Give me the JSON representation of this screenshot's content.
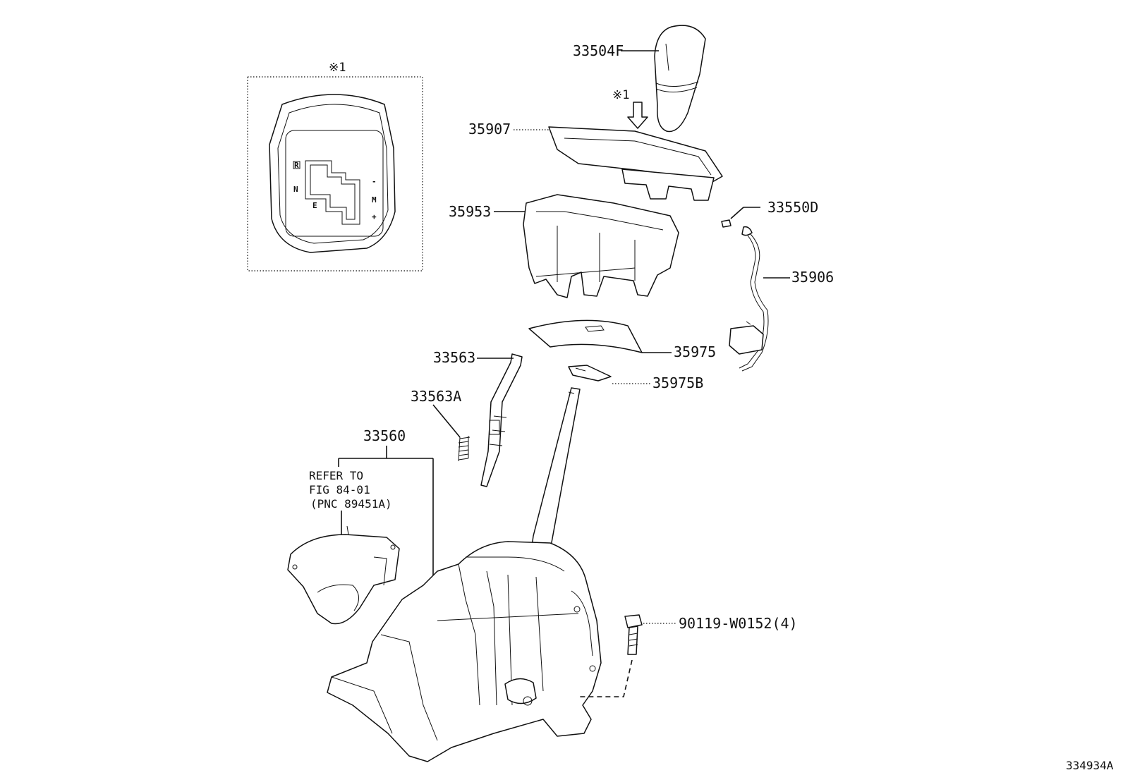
{
  "parts": {
    "p33504F": "33504F",
    "p35907": "35907",
    "p35953": "35953",
    "p33550D": "33550D",
    "p35906": "35906",
    "p35975": "35975",
    "p35975B": "35975B",
    "p33563": "33563",
    "p33563A": "33563A",
    "p33560": "33560",
    "p90119": "90119-W0152(4)"
  },
  "reference_note": {
    "line1": "REFER TO",
    "line2": "FIG 84-01",
    "line3": "(PNC 89451A)"
  },
  "detail": {
    "marker": "※1",
    "gate_labels": {
      "r": "R",
      "n": "N",
      "e": "E",
      "minus": "-",
      "m": "M",
      "plus": "+"
    }
  },
  "figure_number": "334934A"
}
